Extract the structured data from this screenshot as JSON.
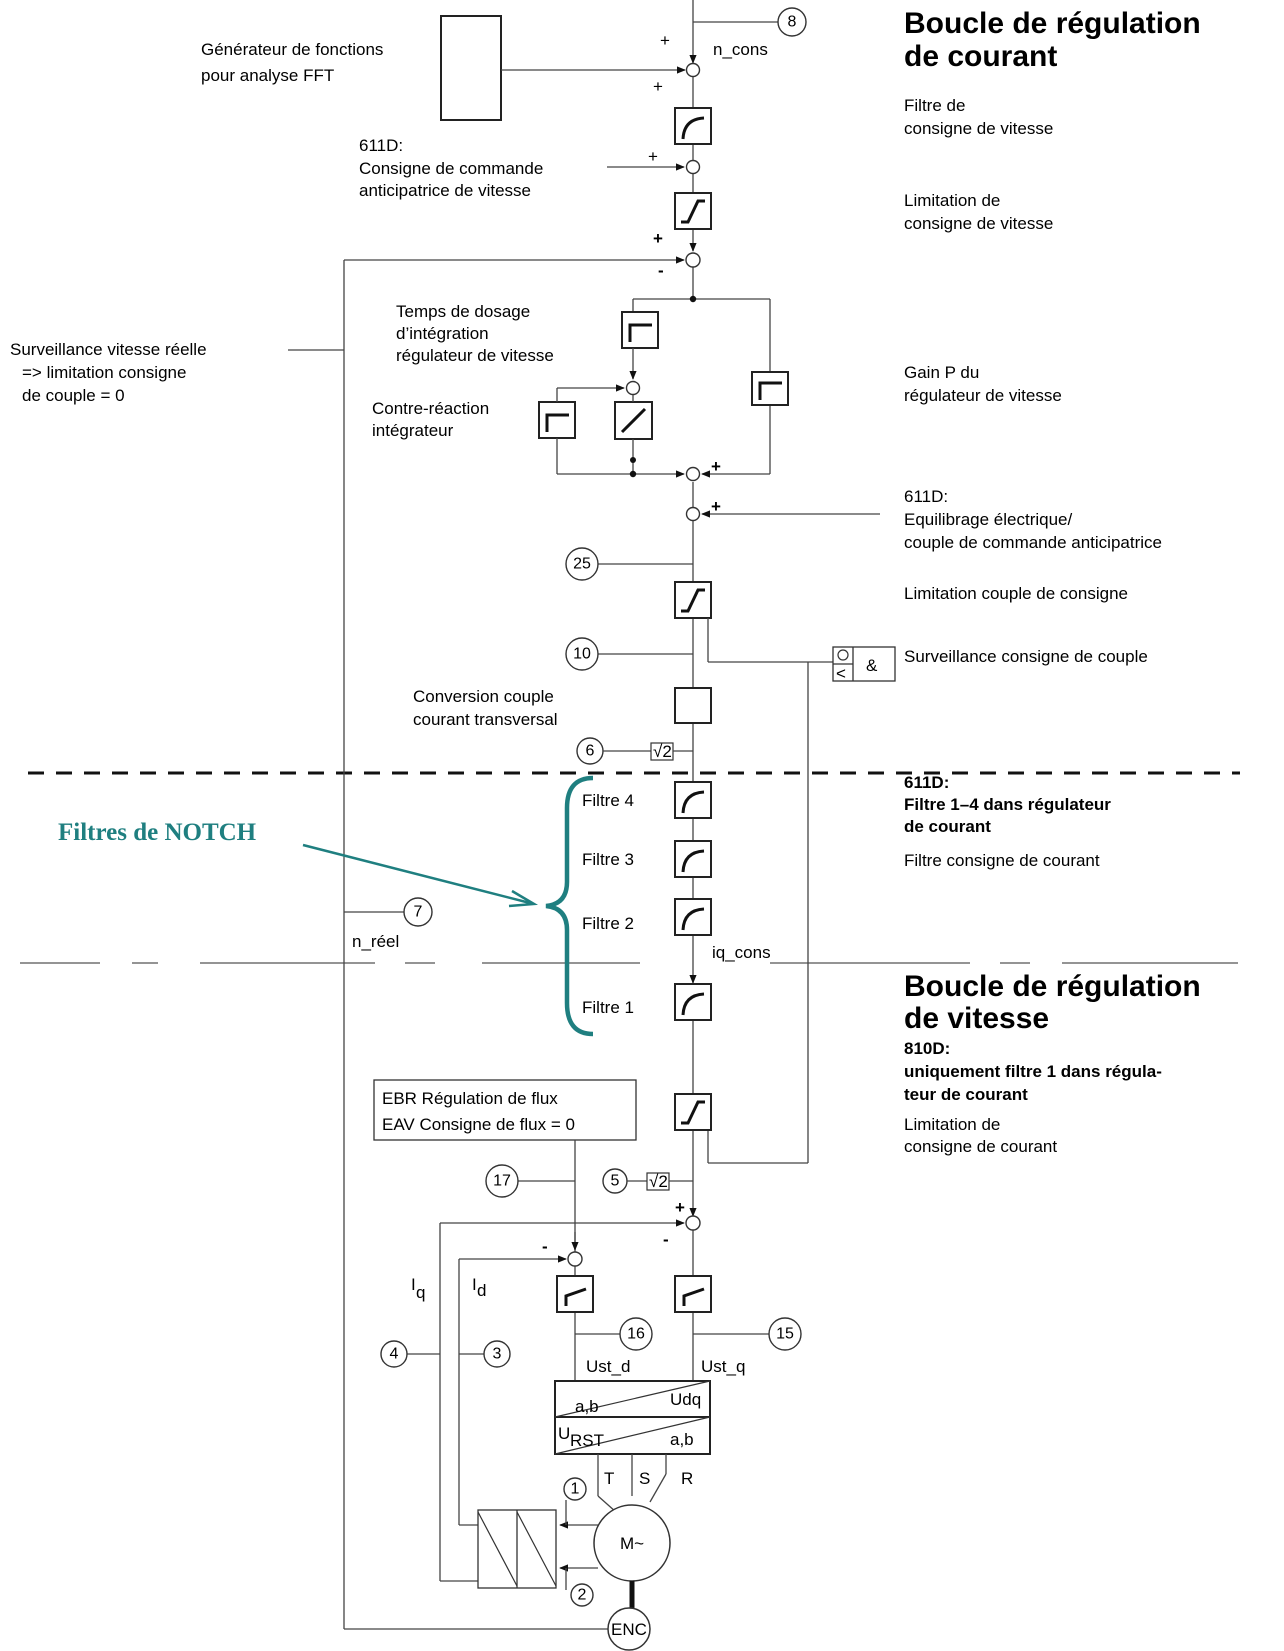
{
  "headings": {
    "current_loop_1": "Boucle de régulation",
    "current_loop_2": "de courant",
    "speed_loop_1": "Boucle de régulation",
    "speed_loop_2": "de vitesse"
  },
  "labels": {
    "fft_1": "Générateur de fonctions",
    "fft_2": "pour analyse FFT",
    "n_cons": "n_cons",
    "filt_cons_1": "Filtre de",
    "filt_cons_2": "consigne de vitesse",
    "ff_611d": "611D:",
    "ff_1": "Consigne de commande",
    "ff_2": "anticipatrice de vitesse",
    "lim_cons_1": "Limitation de",
    "lim_cons_2": "consigne de vitesse",
    "surv_1": "Surveillance vitesse réelle",
    "surv_2": "=> limitation consigne",
    "surv_3": "de couple = 0",
    "tdos_1": "Temps de dosage",
    "tdos_2": "d’intégration",
    "tdos_3": "régulateur de vitesse",
    "gainp_1": "Gain P du",
    "gainp_2": "régulateur de vitesse",
    "contre_1": "Contre-réaction",
    "contre_2": "intégrateur",
    "eq_611d": "611D:",
    "eq_1": "Equilibrage électrique/",
    "eq_2": "couple de commande anticipatrice",
    "lim_couple": "Limitation couple de consigne",
    "surv_couple": "Surveillance consigne de couple",
    "conv_1": "Conversion couple",
    "conv_2": "courant transversal",
    "notch": "Filtres de NOTCH",
    "filtre4": "Filtre 4",
    "filtre3": "Filtre 3",
    "filtre2": "Filtre 2",
    "filtre1": "Filtre 1",
    "f611_1": "611D:",
    "f611_2": "Filtre 1–4 dans régulateur",
    "f611_3": "de courant",
    "filt_courant": "Filtre consigne de courant",
    "n_reel": "n_réel",
    "iq_cons": "iq_cons",
    "f810_1": "810D:",
    "f810_2": "uniquement filtre 1 dans régula-",
    "f810_3": "teur de courant",
    "lim_courant_1": "Limitation de",
    "lim_courant_2": "consigne de courant",
    "ebr": "EBR Régulation de flux",
    "eav": "EAV  Consigne de flux = 0",
    "iq": "I",
    "iq_sub": "q",
    "id": "I",
    "id_sub": "d",
    "ust_d": "Ust_d",
    "ust_q": "Ust_q",
    "ab1": "a,b",
    "udq": "Udq",
    "u": "U",
    "rst": "RST",
    "ab2": "a,b",
    "t": "T",
    "s": "S",
    "r": "R",
    "motor": "M~",
    "enc": "ENC",
    "and": "&",
    "sqrt2": "√2"
  },
  "signs": {
    "plus": "+",
    "minus": "-"
  },
  "test_points": [
    "8",
    "25",
    "10",
    "6",
    "7",
    "17",
    "5",
    "16",
    "15",
    "4",
    "3",
    "1",
    "2"
  ],
  "colors": {
    "notch_accent": "#1f7f80",
    "line": "#444444"
  }
}
